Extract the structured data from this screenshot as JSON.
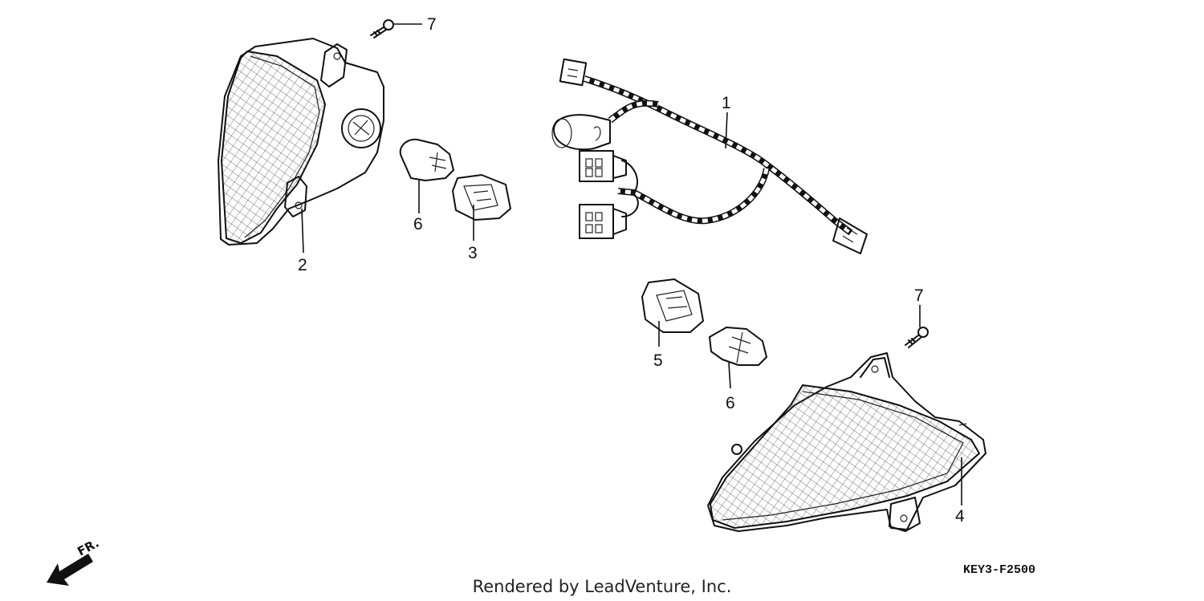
{
  "diagram": {
    "callouts": [
      "7",
      "2",
      "6",
      "3",
      "1",
      "5",
      "6",
      "7",
      "4"
    ],
    "direction_label": "FR.",
    "diagram_code": "KEY3-F2500",
    "footer_text": "Rendered by LeadVenture, Inc."
  },
  "colors": {
    "ink": "#111111",
    "background": "#ffffff"
  }
}
